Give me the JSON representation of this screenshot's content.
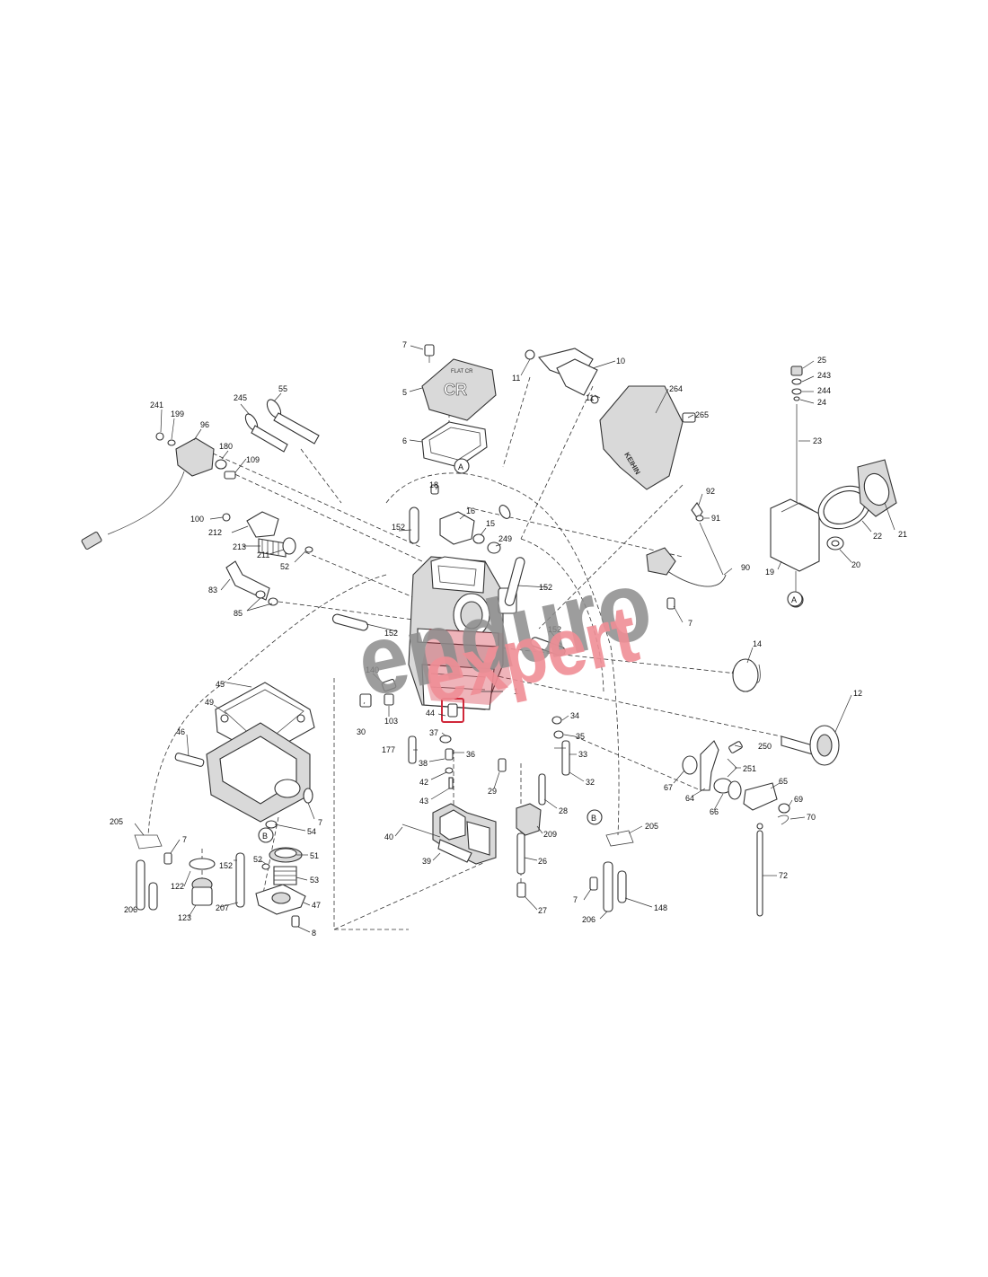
{
  "diagram": {
    "labels": [
      {
        "id": "l7a",
        "text": "7"
      },
      {
        "id": "l5",
        "text": "5"
      },
      {
        "id": "l6",
        "text": "6"
      },
      {
        "id": "l11a",
        "text": "11"
      },
      {
        "id": "l10",
        "text": "10"
      },
      {
        "id": "l11b",
        "text": "11"
      },
      {
        "id": "l264",
        "text": "264"
      },
      {
        "id": "l265",
        "text": "265"
      },
      {
        "id": "l25",
        "text": "25"
      },
      {
        "id": "l243",
        "text": "243"
      },
      {
        "id": "l244",
        "text": "244"
      },
      {
        "id": "l24",
        "text": "24"
      },
      {
        "id": "l23",
        "text": "23"
      },
      {
        "id": "l21",
        "text": "21"
      },
      {
        "id": "l22",
        "text": "22"
      },
      {
        "id": "l20",
        "text": "20"
      },
      {
        "id": "l19",
        "text": "19"
      },
      {
        "id": "l241",
        "text": "241"
      },
      {
        "id": "l199",
        "text": "199"
      },
      {
        "id": "l96",
        "text": "96"
      },
      {
        "id": "l245",
        "text": "245"
      },
      {
        "id": "l55",
        "text": "55"
      },
      {
        "id": "l180",
        "text": "180"
      },
      {
        "id": "l109",
        "text": "109"
      },
      {
        "id": "l18",
        "text": "18"
      },
      {
        "id": "l16",
        "text": "16"
      },
      {
        "id": "l15",
        "text": "15"
      },
      {
        "id": "l249",
        "text": "249"
      },
      {
        "id": "l92",
        "text": "92"
      },
      {
        "id": "l91",
        "text": "91"
      },
      {
        "id": "l90",
        "text": "90"
      },
      {
        "id": "l7b",
        "text": "7"
      },
      {
        "id": "l100",
        "text": "100"
      },
      {
        "id": "l212",
        "text": "212"
      },
      {
        "id": "l213",
        "text": "213"
      },
      {
        "id": "l211",
        "text": "211"
      },
      {
        "id": "l52a",
        "text": "52"
      },
      {
        "id": "l152a",
        "text": "152"
      },
      {
        "id": "l152b",
        "text": "152"
      },
      {
        "id": "l152c",
        "text": "152"
      },
      {
        "id": "l152d",
        "text": "152"
      },
      {
        "id": "l83",
        "text": "83"
      },
      {
        "id": "l85",
        "text": "85"
      },
      {
        "id": "l14",
        "text": "14"
      },
      {
        "id": "l12",
        "text": "12"
      },
      {
        "id": "l140",
        "text": "140"
      },
      {
        "id": "l1",
        "text": "1"
      },
      {
        "id": "l45",
        "text": "45"
      },
      {
        "id": "l30",
        "text": "30"
      },
      {
        "id": "l103",
        "text": "103"
      },
      {
        "id": "l44",
        "text": "44"
      },
      {
        "id": "l34",
        "text": "34"
      },
      {
        "id": "l35",
        "text": "35"
      },
      {
        "id": "l33",
        "text": "33"
      },
      {
        "id": "l32",
        "text": "32"
      },
      {
        "id": "l37",
        "text": "37"
      },
      {
        "id": "l177",
        "text": "177"
      },
      {
        "id": "l36",
        "text": "36"
      },
      {
        "id": "l38",
        "text": "38"
      },
      {
        "id": "l42",
        "text": "42"
      },
      {
        "id": "l43",
        "text": "43"
      },
      {
        "id": "l29",
        "text": "29"
      },
      {
        "id": "l28",
        "text": "28"
      },
      {
        "id": "l49",
        "text": "49"
      },
      {
        "id": "l46",
        "text": "46"
      },
      {
        "id": "l250",
        "text": "250"
      },
      {
        "id": "l251",
        "text": "251"
      },
      {
        "id": "l67",
        "text": "67"
      },
      {
        "id": "l64",
        "text": "64"
      },
      {
        "id": "l66",
        "text": "66"
      },
      {
        "id": "l65",
        "text": "65"
      },
      {
        "id": "l69",
        "text": "69"
      },
      {
        "id": "l70",
        "text": "70"
      },
      {
        "id": "l205a",
        "text": "205"
      },
      {
        "id": "l7c",
        "text": "7"
      },
      {
        "id": "l7d",
        "text": "7"
      },
      {
        "id": "l54",
        "text": "54"
      },
      {
        "id": "l40",
        "text": "40"
      },
      {
        "id": "l209",
        "text": "209"
      },
      {
        "id": "l205b",
        "text": "205"
      },
      {
        "id": "l51",
        "text": "51"
      },
      {
        "id": "l152e",
        "text": "152"
      },
      {
        "id": "l52b",
        "text": "52"
      },
      {
        "id": "l53",
        "text": "53"
      },
      {
        "id": "l122",
        "text": "122"
      },
      {
        "id": "l39",
        "text": "39"
      },
      {
        "id": "l26",
        "text": "26"
      },
      {
        "id": "l72",
        "text": "72"
      },
      {
        "id": "l206a",
        "text": "206"
      },
      {
        "id": "l123",
        "text": "123"
      },
      {
        "id": "l207",
        "text": "207"
      },
      {
        "id": "l47",
        "text": "47"
      },
      {
        "id": "l27",
        "text": "27"
      },
      {
        "id": "l7e",
        "text": "7"
      },
      {
        "id": "l206b",
        "text": "206"
      },
      {
        "id": "l148",
        "text": "148"
      },
      {
        "id": "l8",
        "text": "8"
      }
    ],
    "callouts": [
      {
        "id": "cA1",
        "text": "A"
      },
      {
        "id": "cA2",
        "text": "A"
      },
      {
        "id": "cB1",
        "text": "B"
      },
      {
        "id": "cB2",
        "text": "B"
      }
    ],
    "bowl_cover_text": "FLAT CR",
    "cover_brand_text": "KEIHIN",
    "highlight_color": "#d0283a",
    "watermark": {
      "line1": "enduro",
      "line2": "expert",
      "color1": "#8c8c8c",
      "color2": "#f08e96"
    }
  }
}
